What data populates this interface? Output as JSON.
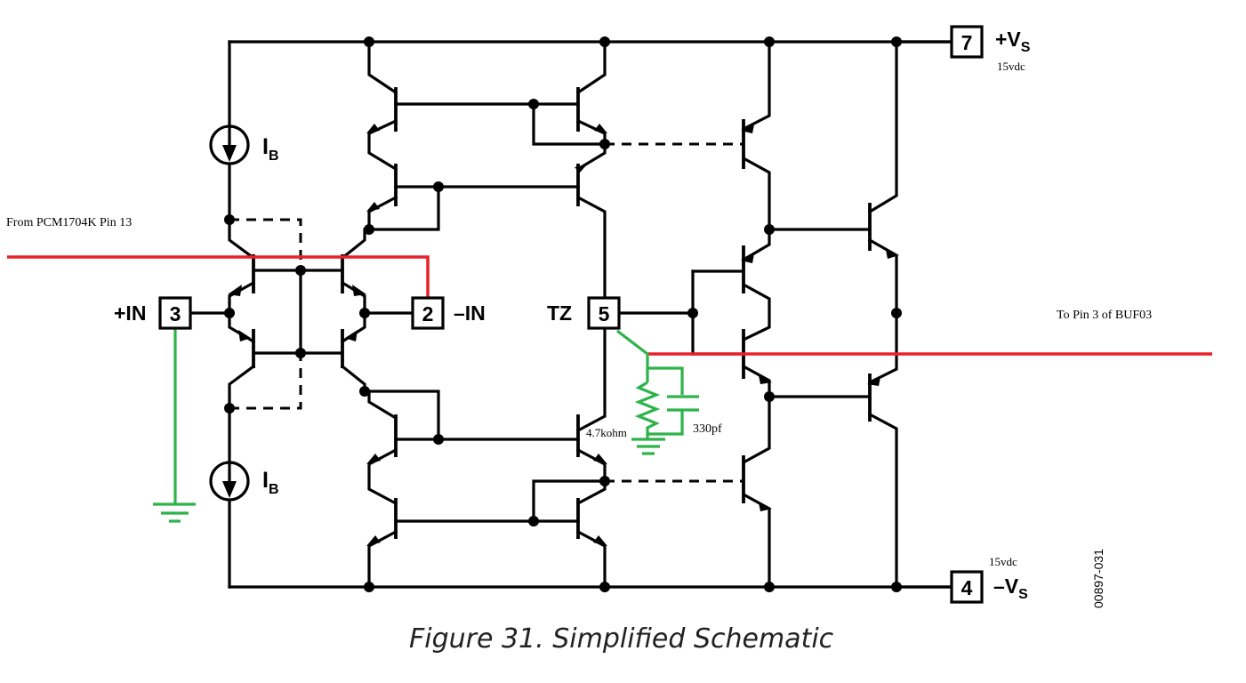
{
  "pins": {
    "p7": {
      "num": "7",
      "label": "+V",
      "sub": "S",
      "supply": "15vdc"
    },
    "p4": {
      "num": "4",
      "label": "–V",
      "sub": "S",
      "supply": "15vdc"
    },
    "p3": {
      "num": "3",
      "label": "+IN"
    },
    "p2": {
      "num": "2",
      "label": "–IN"
    },
    "p5": {
      "num": "5",
      "label": "TZ"
    }
  },
  "current_source_label": {
    "main": "I",
    "sub": "B"
  },
  "annotations": {
    "from": "From PCM1704K Pin 13",
    "to": "To Pin 3 of BUF03",
    "resistor": "4.7kohm",
    "capacitor": "330pf",
    "code": "00897-031"
  },
  "caption": "Figure 31. Simplified Schematic",
  "colors": {
    "wire": "#000000",
    "signal_in": "#e8202a",
    "added_parts": "#2db34a"
  }
}
